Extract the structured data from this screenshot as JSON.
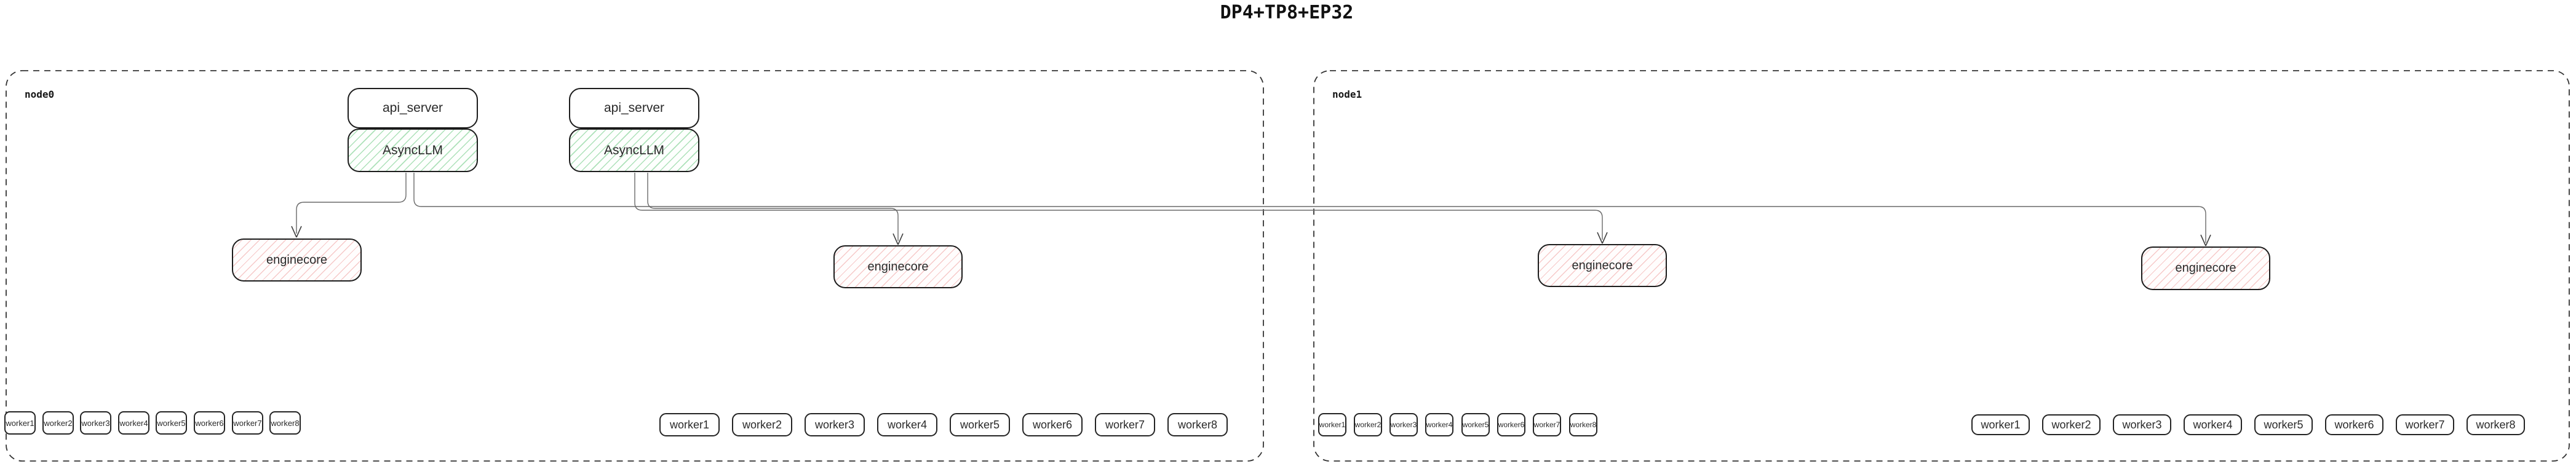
{
  "title": "DP4+TP8+EP32",
  "nodes": [
    {
      "label": "node0"
    },
    {
      "label": "node1"
    }
  ],
  "boxes": {
    "api_server": "api_server",
    "async_llm": "AsyncLLM",
    "enginecore": "enginecore"
  },
  "workers": {
    "groups": [
      [
        "worker1",
        "worker2",
        "worker3",
        "worker4",
        "worker5",
        "worker6",
        "worker7",
        "worker8"
      ],
      [
        "worker1",
        "worker2",
        "worker3",
        "worker4",
        "worker5",
        "worker6",
        "worker7",
        "worker8"
      ],
      [
        "worker1",
        "worker2",
        "worker3",
        "worker4",
        "worker5",
        "worker6",
        "worker7",
        "worker8"
      ],
      [
        "worker1",
        "worker2",
        "worker3",
        "worker4",
        "worker5",
        "worker6",
        "worker7",
        "worker8"
      ]
    ]
  },
  "colors": {
    "async_llm_hatch": "#78cd8c",
    "enginecore_hatch": "#ee9694",
    "edge_line": "#6a6a6a",
    "box_border": "#1c1c1c",
    "node_border": "#333333"
  }
}
